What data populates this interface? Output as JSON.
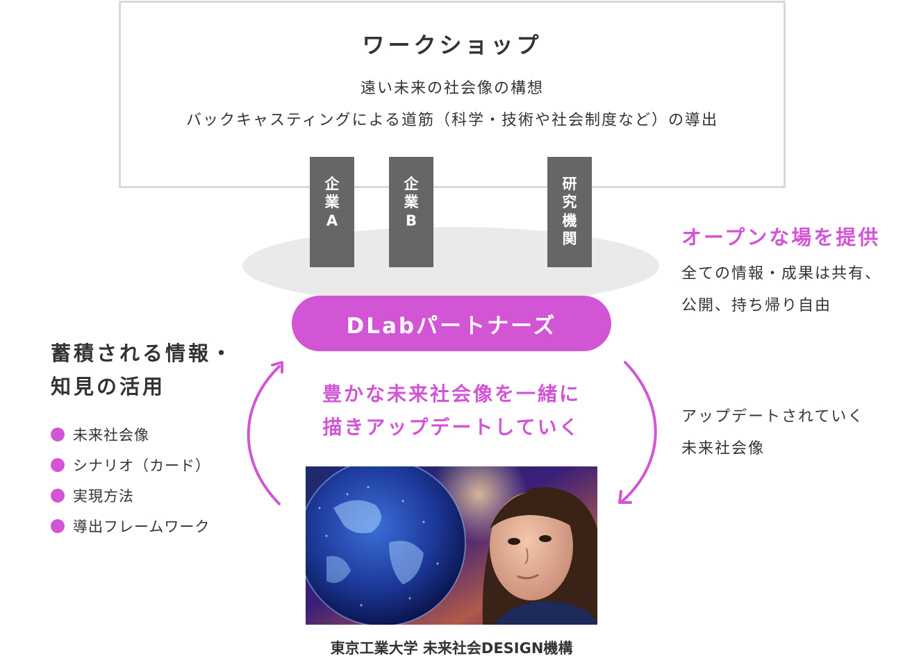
{
  "workshop": {
    "title": "ワークショップ",
    "line1": "遠い未来の社会像の構想",
    "line2": "バックキャスティングによる道筋（科学・技術や社会制度など）の導出"
  },
  "pillars": {
    "a": "企業A",
    "b": "企業B",
    "c": "研究機関"
  },
  "partners": {
    "label": "DLabパートナーズ"
  },
  "open_place": {
    "heading": "オープンな場を提供",
    "line1": "全ての情報・成果は共有、",
    "line2": "公開、持ち帰り自由"
  },
  "tagline": {
    "line1": "豊かな未来社会像を一緒に",
    "line2": "描きアップデートしていく"
  },
  "knowledge": {
    "heading_line1": "蓄積される情報・",
    "heading_line2": "知見の活用",
    "items": [
      "未来社会像",
      "シナリオ（カード）",
      "実現方法",
      "導出フレームワーク"
    ]
  },
  "update": {
    "line1": "アップデートされていく",
    "line2": "未来社会像"
  },
  "caption": "東京工業大学 未来社会DESIGN機構",
  "colors": {
    "accent": "#d255d5",
    "pillar": "#666666",
    "platform": "#eaeaea",
    "box_border": "#d9d9d9",
    "text": "#333333"
  }
}
